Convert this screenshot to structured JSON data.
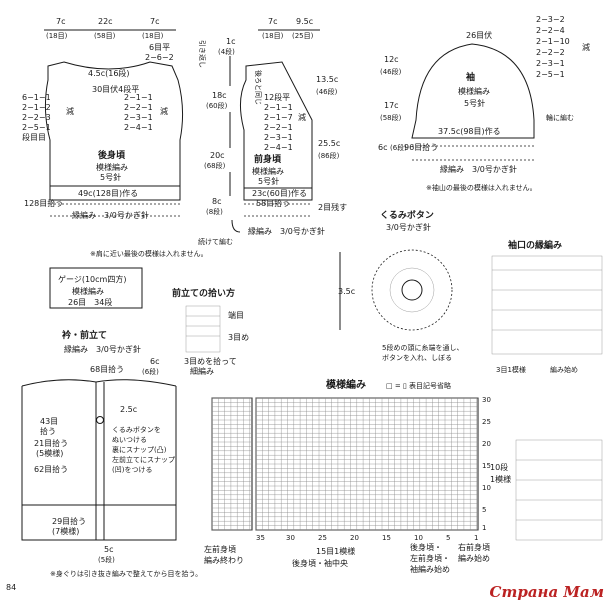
{
  "page_number": "84",
  "watermark": "Страна Мам",
  "back": {
    "top_left": "7c",
    "top_left_rows": "(18目)",
    "top_mid": "22c",
    "top_mid_rows": "(58目)",
    "top_right": "7c",
    "top_right_rows": "(18目)",
    "shoulder": "6目平",
    "shoulder2": "2−6−2",
    "pull_down": "引き返し",
    "neck": "4.5c(16段)",
    "armhole": "30目伏4段平",
    "dec_left": [
      "6−1−1",
      "2−1−2",
      "2−2−3",
      "2−5−1"
    ],
    "dec_left_note": "段目目",
    "dec_word": "減",
    "dec_right": [
      "2−1−1",
      "2−2−1",
      "2−3−1",
      "2−4−1"
    ],
    "title": "後身頃",
    "pattern": "模様編み",
    "needle": "5号針",
    "width": "49c(128目)作る",
    "pickup": "128目拾う",
    "edge": "縁編み　3/0号かぎ針",
    "note": "※肩に近い最後の模様は入れません。"
  },
  "center": {
    "v1": "1c",
    "v1r": "(4段)",
    "v2": "18c",
    "v2r": "(60段)",
    "v3": "20c",
    "v3r": "(68段)",
    "v4": "8c",
    "v4r": "(8段)",
    "bottom": "続けて編む"
  },
  "front": {
    "top1": "7c",
    "top1r": "(18目)",
    "top2": "9.5c",
    "top2r": "(25目)",
    "side_note": "後ろと同じ",
    "rows_right1": "13.5c",
    "rows_right1r": "(46段)",
    "rows_right2": "25.5c",
    "rows_right2r": "(86段)",
    "dec": [
      "12段平",
      "2−1−1",
      "2−1−7",
      "2−2−1",
      "2−3−1",
      "2−4−1"
    ],
    "title": "前身頃",
    "pattern": "模様編み",
    "needle": "5号針",
    "width": "23c(60目)作る",
    "pickup": "58目拾う",
    "remain": "2目残す",
    "edge": "縁編み　3/0号かぎ針"
  },
  "sleeve": {
    "top": "26目伏",
    "dec": [
      "2−3−2",
      "2−2−4",
      "2−1−10",
      "2−2−2",
      "2−3−1",
      "2−5−1"
    ],
    "h1": "12c",
    "h1r": "(46段)",
    "h2": "17c",
    "h2r": "(58段)",
    "h3": "6c",
    "h3r": "(6段)",
    "title": "袖",
    "pattern": "模様編み",
    "needle": "5号針",
    "width": "37.5c(98目)作る",
    "pickup": "96目拾う",
    "edge": "縁編み　3/0号かぎ針",
    "side": "輪に編む",
    "note": "※袖山の最後の模様は入れません。"
  },
  "button": {
    "title": "くるみボタン",
    "hook": "3/0号かぎ針",
    "size": "3.5c",
    "note1": "5段めの頭に糸端を通し、",
    "note2": "ボタンを入れ、しぼる"
  },
  "cuff": {
    "title": "袖口の縁編み",
    "l1": "3目1模様",
    "l2": "編み始め"
  },
  "gauge": {
    "title": "ゲージ(10cm四方)",
    "pattern": "模様編み",
    "value": "26目　34段"
  },
  "placket_pick": {
    "title": "前立ての拾い方",
    "l1": "端目",
    "l2": "3目め",
    "l3": "3目めを拾って",
    "l4": "細編み"
  },
  "collar": {
    "title": "衿・前立て",
    "sub": "縁編み　3/0号かぎ針",
    "pick68": "68目拾う",
    "c6": "6c",
    "c6r": "(6段)",
    "c25": "2.5c",
    "p43": "43目",
    "p43b": "拾う",
    "p21": "21目拾う",
    "p21b": "(5模様)",
    "p62": "62目拾う",
    "btn1": "くるみボタンを",
    "btn2": "ぬいつける",
    "btn3": "裏にスナップ(凸)",
    "btn4": "左前立てにスナップ",
    "btn5": "(凹)をつける",
    "p29": "29目拾う",
    "p29b": "(7模様)",
    "c5": "5c",
    "c5r": "(5段)",
    "note": "※身ぐりは引き抜き編みで整えてから目を拾う。"
  },
  "chart": {
    "title": "模様編み",
    "legend": "□ = ▯ 表目記号省略",
    "rows": [
      "30",
      "25",
      "20",
      "15",
      "10",
      "5",
      "1"
    ],
    "right1": "10段",
    "right2": "1模様",
    "bottom_nums": [
      "35",
      "30",
      "25",
      "20",
      "15",
      "10",
      "5",
      "1"
    ],
    "l_left1": "左前身頃",
    "l_left2": "編み終わり",
    "l_mid": "15目1模様",
    "l_mid2": "後身頃・袖中央",
    "l_r1": "後身頃・",
    "l_r2": "左前身頃・",
    "l_r3": "袖編み始め",
    "l_r4": "右前身頃",
    "l_r5": "編み始め"
  }
}
